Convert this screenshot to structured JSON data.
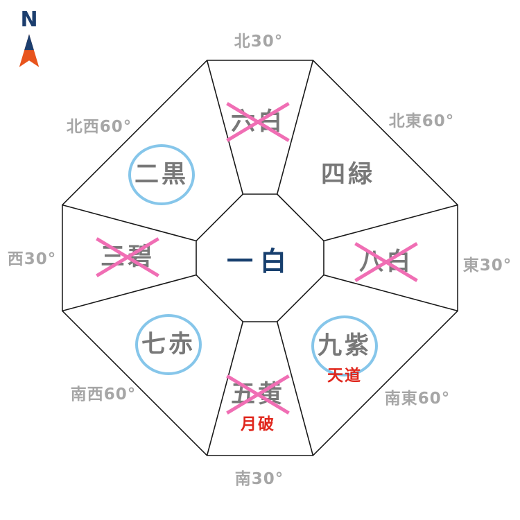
{
  "compass": {
    "label": "N"
  },
  "center": {
    "star": "一白"
  },
  "directions": [
    {
      "id": "north",
      "text": "北30°"
    },
    {
      "id": "northeast",
      "text": "北東60°"
    },
    {
      "id": "east",
      "text": "東30°"
    },
    {
      "id": "southeast",
      "text": "南東60°"
    },
    {
      "id": "south",
      "text": "南30°"
    },
    {
      "id": "southwest",
      "text": "南西60°"
    },
    {
      "id": "west",
      "text": "西30°"
    },
    {
      "id": "northwest",
      "text": "北西60°"
    }
  ],
  "sectors": [
    {
      "direction": "north",
      "star": "六白",
      "crossed": true,
      "circled": false,
      "annotation": ""
    },
    {
      "direction": "northeast",
      "star": "四緑",
      "crossed": false,
      "circled": false,
      "annotation": ""
    },
    {
      "direction": "east",
      "star": "八白",
      "crossed": true,
      "circled": false,
      "annotation": ""
    },
    {
      "direction": "southeast",
      "star": "九紫",
      "crossed": false,
      "circled": true,
      "annotation": "天道"
    },
    {
      "direction": "south",
      "star": "五黄",
      "crossed": true,
      "circled": false,
      "annotation": "月破"
    },
    {
      "direction": "southwest",
      "star": "七赤",
      "crossed": false,
      "circled": true,
      "annotation": ""
    },
    {
      "direction": "west",
      "star": "三碧",
      "crossed": true,
      "circled": false,
      "annotation": ""
    },
    {
      "direction": "northwest",
      "star": "二黒",
      "crossed": false,
      "circled": true,
      "annotation": ""
    }
  ],
  "colors": {
    "star_gray": "#787878",
    "center_navy": "#173f6e",
    "direction_gray": "#a6a6a6",
    "annotation_red": "#e0261c",
    "cross_pink": "#f06eb4",
    "circle_blue": "#86c6ea",
    "compass_orange": "#e8541d",
    "compass_navy": "#1c3e6e"
  }
}
